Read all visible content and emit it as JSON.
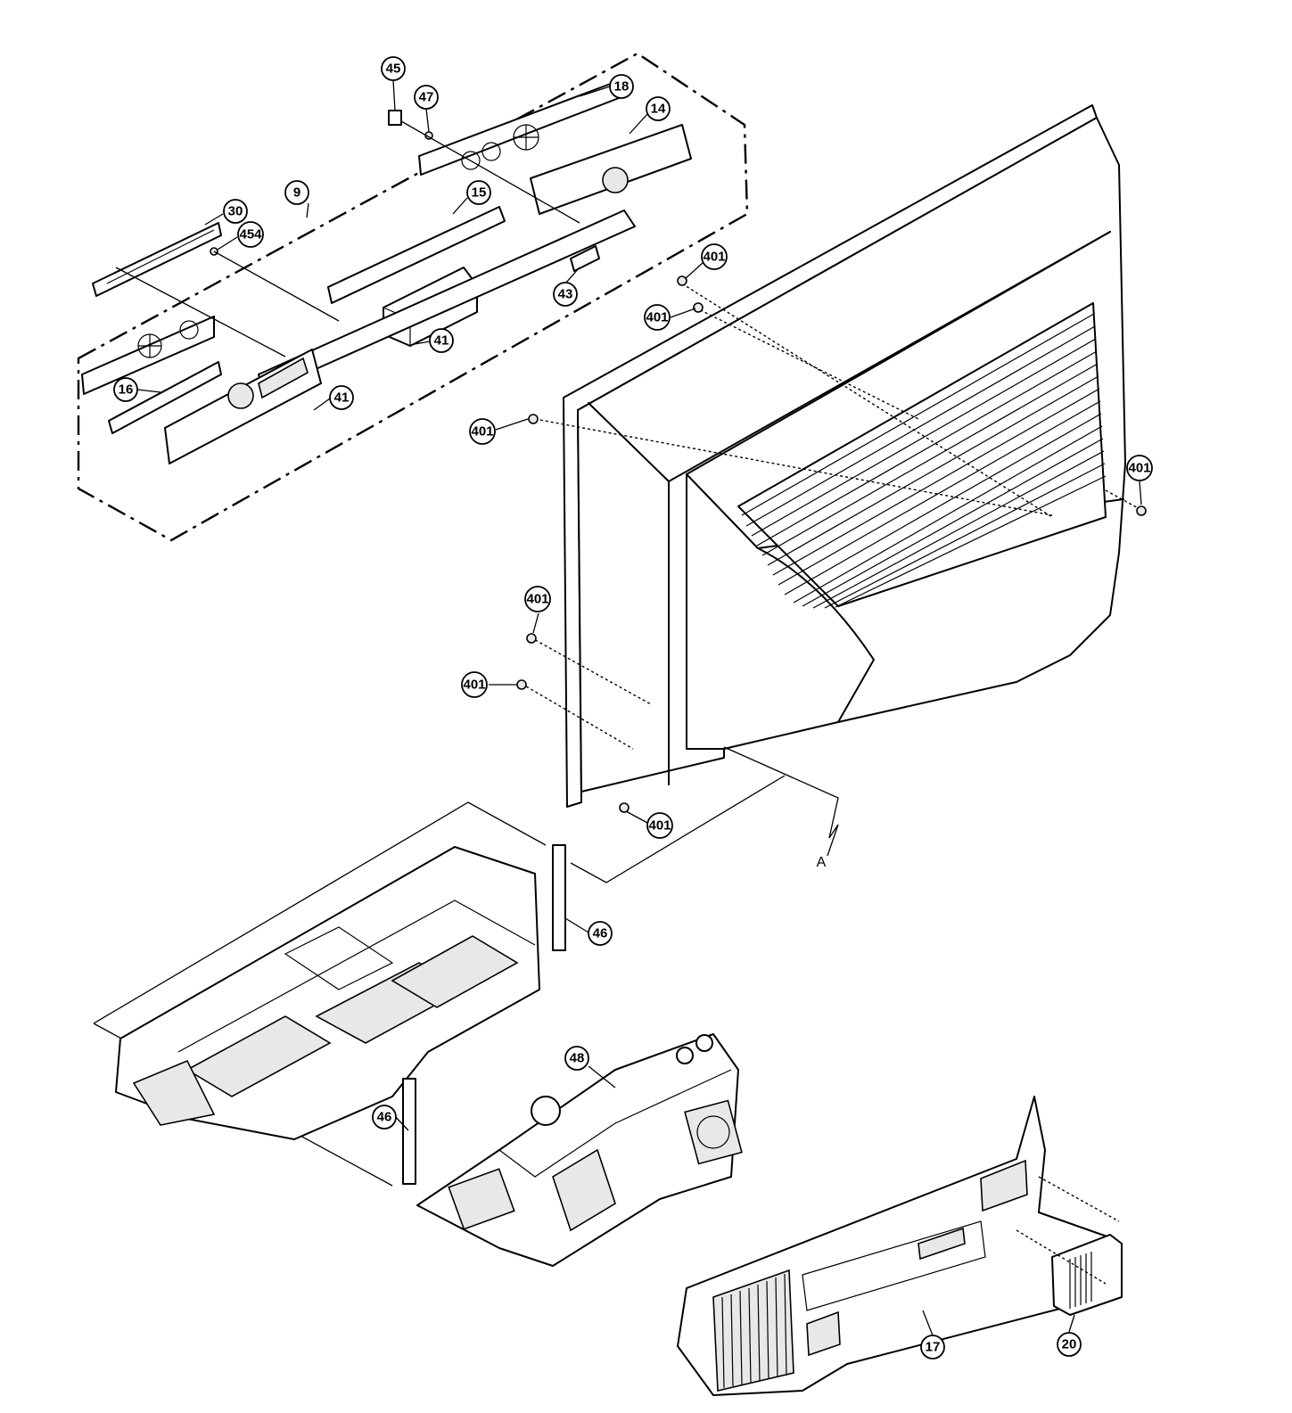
{
  "diagram": {
    "type": "exploded-parts-view",
    "callouts": [
      {
        "id": "c45",
        "label": "45"
      },
      {
        "id": "c47",
        "label": "47"
      },
      {
        "id": "c18",
        "label": "18"
      },
      {
        "id": "c14",
        "label": "14"
      },
      {
        "id": "c9",
        "label": "9"
      },
      {
        "id": "c30",
        "label": "30"
      },
      {
        "id": "c454",
        "label": "454"
      },
      {
        "id": "c15",
        "label": "15"
      },
      {
        "id": "c43",
        "label": "43"
      },
      {
        "id": "c41a",
        "label": "41"
      },
      {
        "id": "c41b",
        "label": "41"
      },
      {
        "id": "c16",
        "label": "16"
      },
      {
        "id": "c401a",
        "label": "401"
      },
      {
        "id": "c401b",
        "label": "401"
      },
      {
        "id": "c401c",
        "label": "401"
      },
      {
        "id": "c401d",
        "label": "401"
      },
      {
        "id": "c401e",
        "label": "401"
      },
      {
        "id": "c401f",
        "label": "401"
      },
      {
        "id": "c401g",
        "label": "401"
      },
      {
        "id": "c46a",
        "label": "46"
      },
      {
        "id": "c46b",
        "label": "46"
      },
      {
        "id": "c48",
        "label": "48"
      },
      {
        "id": "c17",
        "label": "17"
      },
      {
        "id": "c20",
        "label": "20"
      }
    ],
    "reference_letter": "A"
  }
}
